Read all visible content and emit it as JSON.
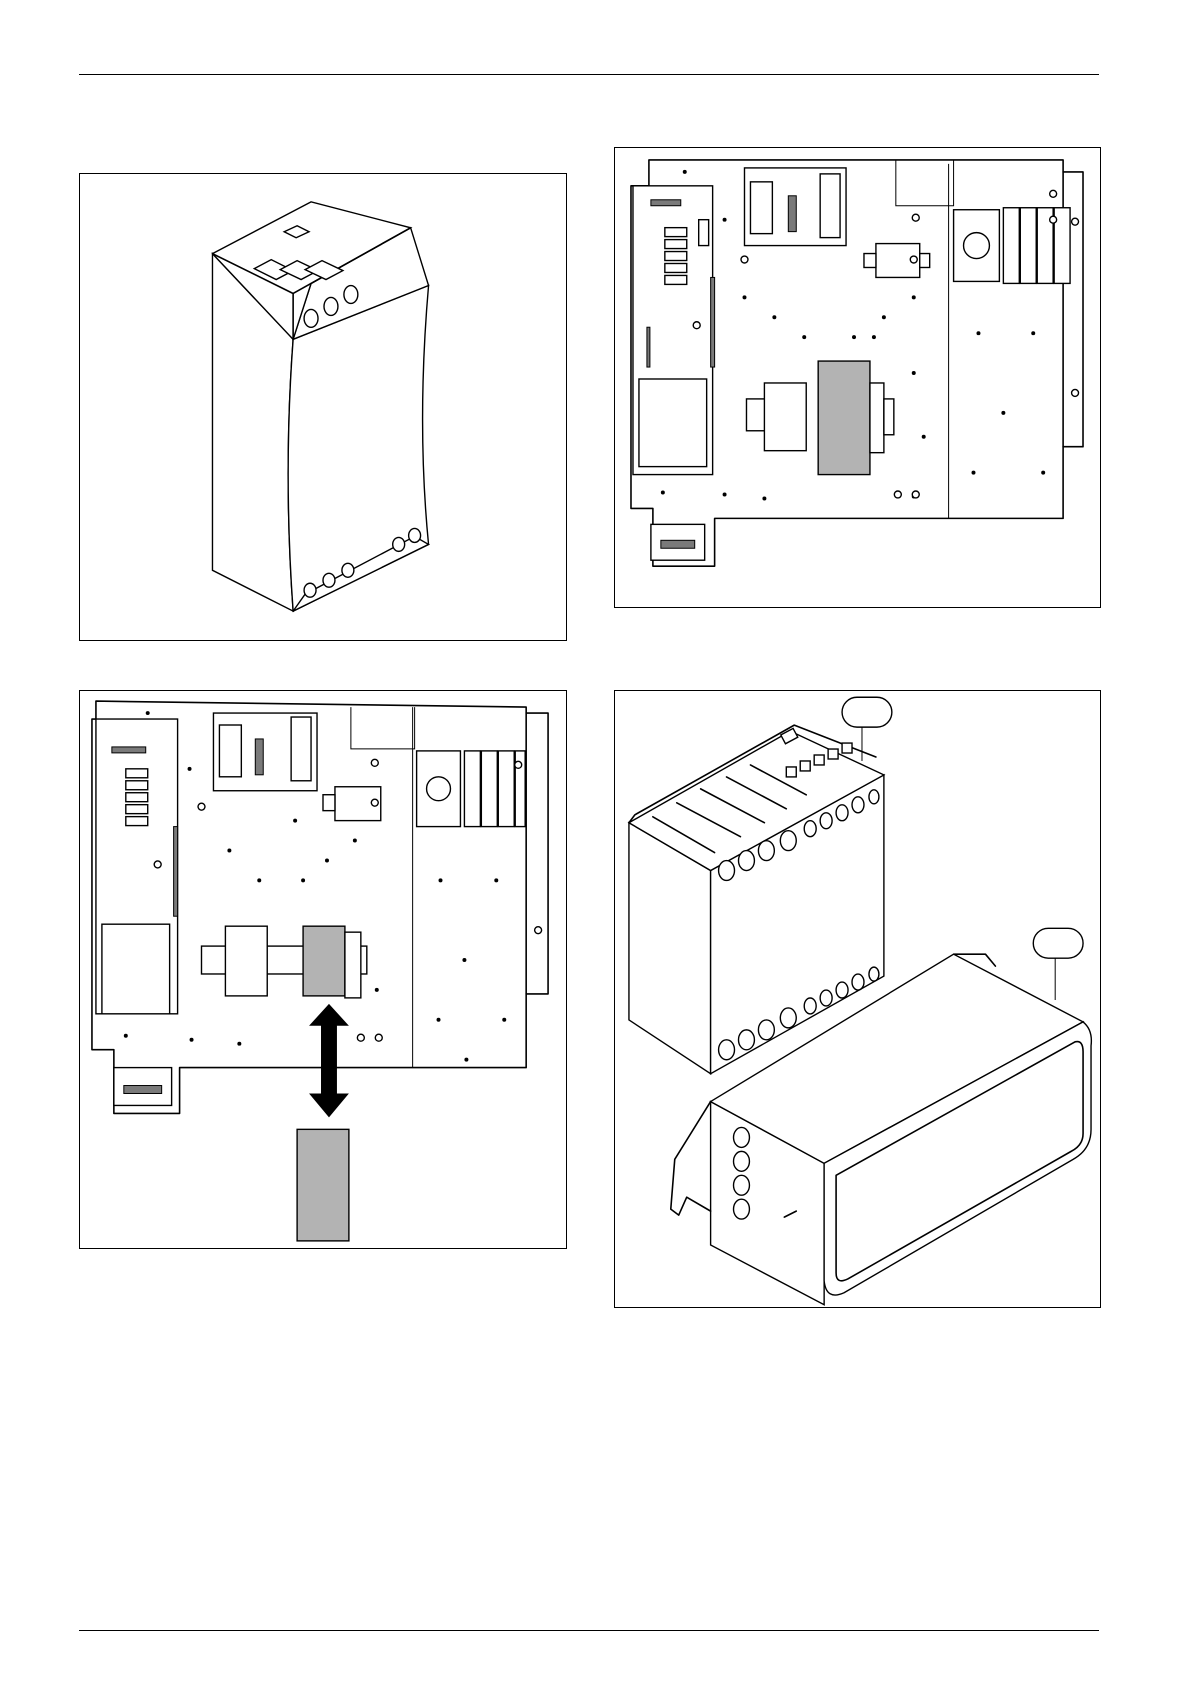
{
  "page": {
    "figures": [
      {
        "id": "enclosure",
        "icon": "control-box-closed-illustration"
      },
      {
        "id": "panel-top",
        "icon": "mounting-plate-with-transformer-illustration"
      },
      {
        "id": "panel-swap",
        "icon": "mounting-plate-component-replacement-illustration"
      },
      {
        "id": "covers",
        "icon": "cover-removal-illustration"
      }
    ],
    "colors": {
      "line": "#000000",
      "component_fill": "#b3b3b3",
      "background": "#ffffff"
    }
  }
}
